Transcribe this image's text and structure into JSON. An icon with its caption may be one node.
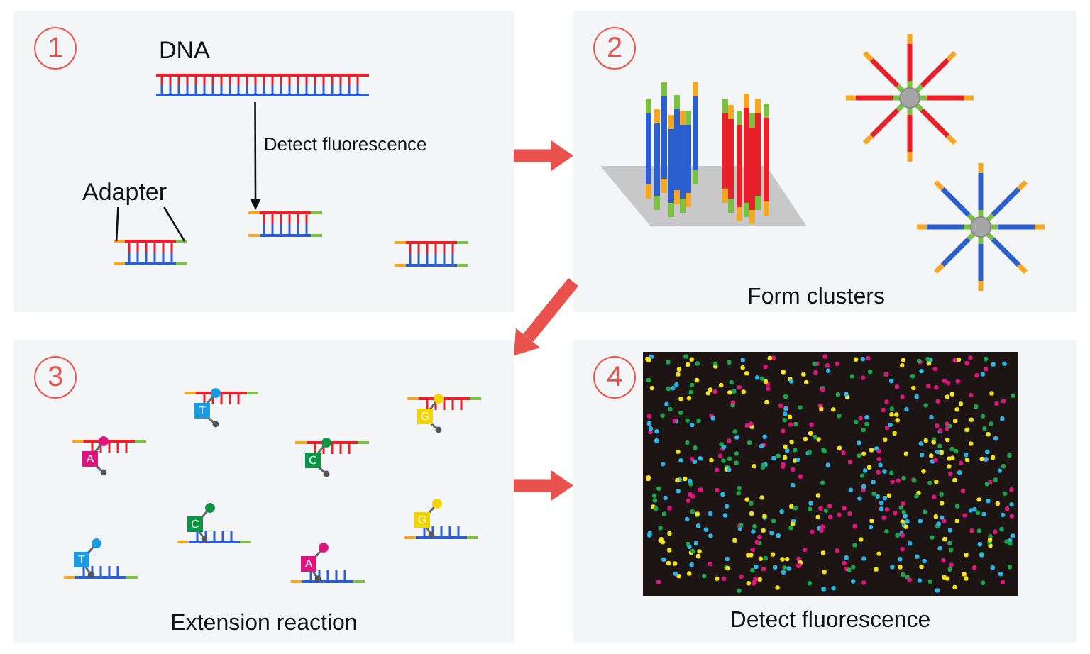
{
  "diagram": {
    "nodes": [
      {
        "text": [
          "1"
        ]
      },
      {
        "text": [
          "DNA"
        ],
        "in": 0
      },
      {
        "text": [],
        "shape": "picture",
        "in": 0
      },
      {
        "text": [
          "Adapter"
        ],
        "in": 0
      },
      {
        "text": [
          "2",
          "Form clusters"
        ]
      },
      {
        "text": [
          "3",
          "Extension reaction"
        ]
      },
      {
        "text": [
          "4",
          "Detect fluorescence"
        ]
      }
    ],
    "edges": [
      {
        "from": 0,
        "to": 4,
        "arrow": "to",
        "style": "thick",
        "color": "#e9524c"
      },
      {
        "from": 4,
        "to": 5,
        "arrow": "to",
        "style": "thick",
        "color": "#e9524c"
      },
      {
        "from": 5,
        "to": 6,
        "arrow": "to",
        "style": "thick",
        "color": "#e9524c"
      },
      {
        "from": 1,
        "to": 2,
        "arrow": "to",
        "label": "Detect fluorescence",
        "color": "#111111"
      },
      {
        "from": 3,
        "to": 2,
        "arrow": "none",
        "color": "#111111"
      },
      {
        "from": 3,
        "to": 2,
        "arrow": "none",
        "color": "#111111"
      }
    ],
    "labels": [
      "T",
      "G",
      "A",
      "C",
      "C",
      "G",
      "T",
      "A"
    ]
  }
}
